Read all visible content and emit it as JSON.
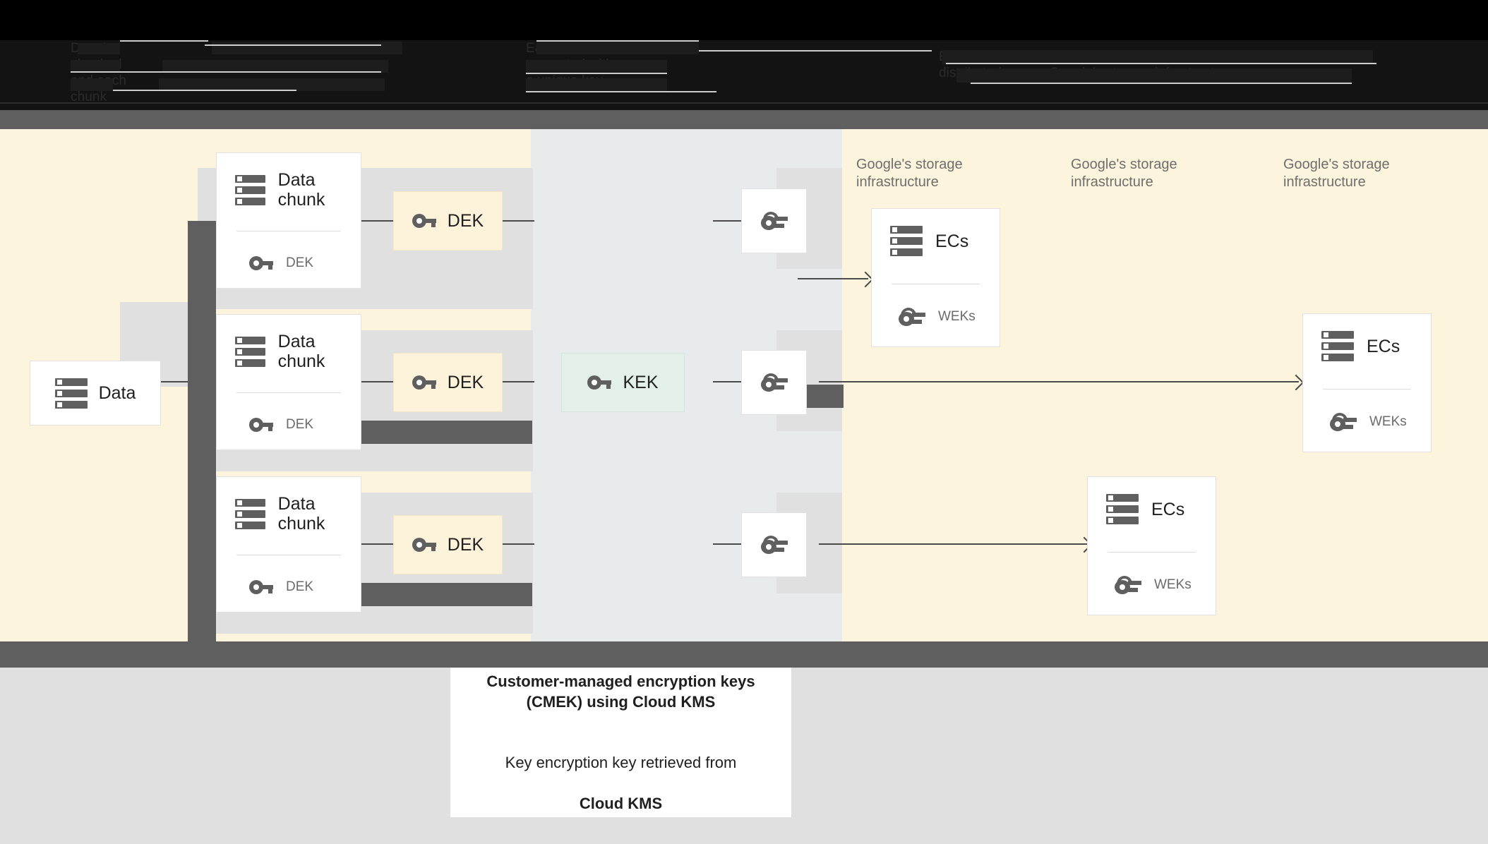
{
  "header": {
    "obscured": true,
    "lines": [
      {
        "text": "Data is\nchunked\nand each\nchunk"
      },
      {
        "text": "Each chunk is\nencrypted with\na unique key"
      },
      {
        "text": "Encrypted chunks and wrapped keys are\ndistributed across Google's storage infrastructure"
      }
    ]
  },
  "diagram": {
    "data_node": {
      "label": "Data",
      "icon": "storage-icon"
    },
    "chunks": [
      {
        "title": "Data\nchunk",
        "icon": "storage-icon",
        "key_icon": "key-icon",
        "key_label": "DEK"
      },
      {
        "title": "Data\nchunk",
        "icon": "storage-icon",
        "key_icon": "key-icon",
        "key_label": "DEK"
      },
      {
        "title": "Data\nchunk",
        "icon": "storage-icon",
        "key_icon": "key-icon",
        "key_label": "DEK"
      }
    ],
    "deks": [
      {
        "label": "DEK",
        "icon": "key-icon"
      },
      {
        "label": "DEK",
        "icon": "key-icon"
      },
      {
        "label": "DEK",
        "icon": "key-icon"
      }
    ],
    "kek": {
      "label": "KEK",
      "icon": "key-icon"
    },
    "weks": [
      {
        "icon": "wrapped-key-icon"
      },
      {
        "icon": "wrapped-key-icon"
      },
      {
        "icon": "wrapped-key-icon"
      }
    ],
    "infra_labels": [
      "Google's storage\ninfrastructure",
      "Google's storage\ninfrastructure",
      "Google's storage\ninfrastructure"
    ],
    "ec_nodes": [
      {
        "title": "ECs",
        "icon": "storage-icon",
        "key_icon": "wrapped-key-icon",
        "key_label": "WEKs"
      },
      {
        "title": "ECs",
        "icon": "storage-icon",
        "key_icon": "wrapped-key-icon",
        "key_label": "WEKs"
      },
      {
        "title": "ECs",
        "icon": "storage-icon",
        "key_icon": "wrapped-key-icon",
        "key_label": "WEKs"
      }
    ]
  },
  "caption": {
    "bold_line": "Customer-managed encryption keys\n(CMEK) using Cloud KMS",
    "normal_line": "Key encryption key retrieved from",
    "normal_bold": "Cloud KMS"
  },
  "colors": {
    "cream_bg": "#fcf4dc",
    "mid_bg": "#e7ebec",
    "lane_gray": "#e0e0e0",
    "bar_gray": "#5f5f5f",
    "dek_fill": "#fdf3da",
    "kek_fill": "#e3f0ea",
    "line": "#4a4a4a",
    "muted_text": "#6e6e6e"
  }
}
